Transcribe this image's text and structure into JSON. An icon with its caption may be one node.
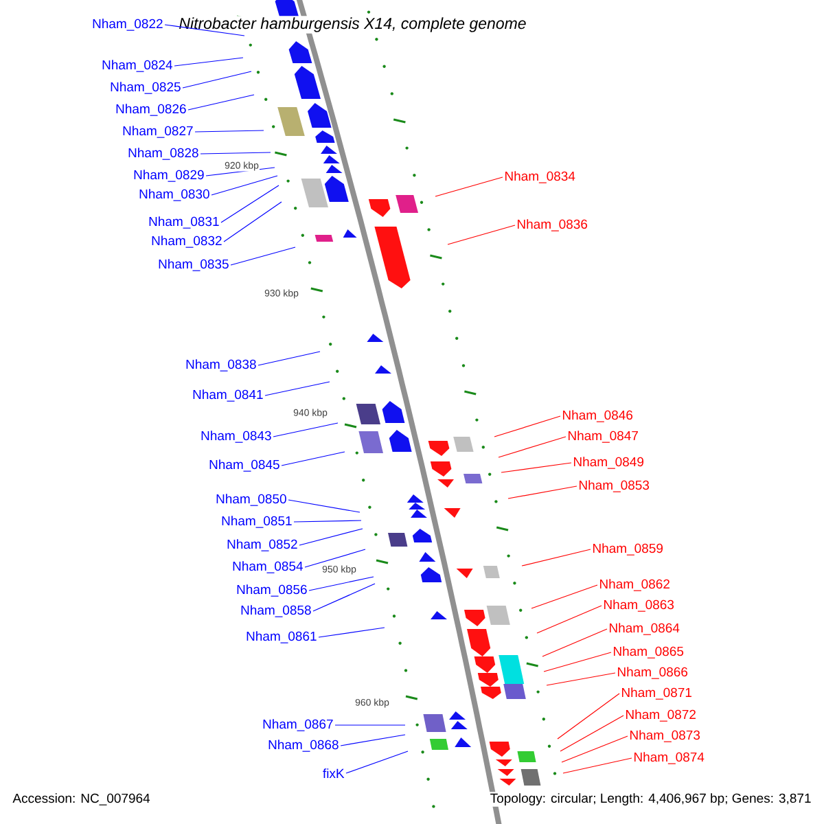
{
  "diagram": {
    "title": "Nitrobacter hamburgensis X14, complete genome",
    "nodes": [
      {
        "text": [
          "Nham_0822"
        ]
      },
      {
        "text": [
          "Nham_0824"
        ]
      },
      {
        "text": [
          "Nham_0825"
        ]
      },
      {
        "text": [
          "Nham_0826"
        ]
      },
      {
        "text": [
          "Nham_0827"
        ]
      },
      {
        "text": [
          "Nham_0828"
        ]
      },
      {
        "text": [
          "Nham_0829"
        ]
      },
      {
        "text": [
          "Nham_0834"
        ]
      },
      {
        "text": [
          "Nham_0830"
        ]
      },
      {
        "text": [
          "Nham_0831"
        ]
      },
      {
        "text": [
          "Nham_0836"
        ]
      },
      {
        "text": [
          "Nham_0832"
        ]
      },
      {
        "text": [
          "Nham_0835"
        ]
      },
      {
        "text": [
          "Nham_0838"
        ]
      },
      {
        "text": [
          "Nham_0841"
        ]
      },
      {
        "text": [
          "Nham_0846"
        ]
      },
      {
        "text": [
          "Nham_0843"
        ]
      },
      {
        "text": [
          "Nham_0847"
        ]
      },
      {
        "text": [
          "Nham_0849"
        ]
      },
      {
        "text": [
          "Nham_0845"
        ]
      },
      {
        "text": [
          "Nham_0853"
        ]
      },
      {
        "text": [
          "Nham_0850"
        ]
      },
      {
        "text": [
          "Nham_0851"
        ]
      },
      {
        "text": [
          "Nham_0852"
        ]
      },
      {
        "text": [
          "Nham_0859"
        ]
      },
      {
        "text": [
          "Nham_0854"
        ]
      },
      {
        "text": [
          "Nham_0862"
        ]
      },
      {
        "text": [
          "Nham_0856"
        ]
      },
      {
        "text": [
          "Nham_0863"
        ]
      },
      {
        "text": [
          "Nham_0858"
        ]
      },
      {
        "text": [
          "Nham_0864"
        ]
      },
      {
        "text": [
          "Nham_0861"
        ]
      },
      {
        "text": [
          "Nham_0865"
        ]
      },
      {
        "text": [
          "Nham_0866"
        ]
      },
      {
        "text": [
          "Nham_0871"
        ]
      },
      {
        "text": [
          "Nham_0872"
        ]
      },
      {
        "text": [
          "Nham_0867"
        ]
      },
      {
        "text": [
          "Nham_0873"
        ]
      },
      {
        "text": [
          "Nham_0868"
        ]
      },
      {
        "text": [
          "Nham_0874"
        ]
      },
      {
        "text": [
          "fixK"
        ]
      }
    ],
    "edges": [
      {
        "from": 0,
        "to": null,
        "arrow": "none"
      },
      {
        "from": 1,
        "to": null,
        "arrow": "none"
      },
      {
        "from": 2,
        "to": null,
        "arrow": "none"
      },
      {
        "from": 3,
        "to": null,
        "arrow": "none"
      },
      {
        "from": 4,
        "to": null,
        "arrow": "none"
      },
      {
        "from": 5,
        "to": null,
        "arrow": "none"
      },
      {
        "from": 6,
        "to": null,
        "arrow": "none"
      },
      {
        "from": 7,
        "to": null,
        "arrow": "none",
        "color": "#ff0000"
      },
      {
        "from": 8,
        "to": null,
        "arrow": "none"
      },
      {
        "from": 9,
        "to": null,
        "arrow": "none"
      },
      {
        "from": 10,
        "to": null,
        "arrow": "none",
        "color": "#ff0000"
      },
      {
        "from": 11,
        "to": null,
        "arrow": "none"
      },
      {
        "from": 12,
        "to": null,
        "arrow": "none"
      },
      {
        "from": 13,
        "to": null,
        "arrow": "none"
      },
      {
        "from": 14,
        "to": null,
        "arrow": "none"
      },
      {
        "from": 15,
        "to": null,
        "arrow": "none",
        "color": "#ff0000"
      },
      {
        "from": 16,
        "to": null,
        "arrow": "none"
      },
      {
        "from": 17,
        "to": null,
        "arrow": "none",
        "color": "#ff0000"
      },
      {
        "from": 18,
        "to": null,
        "arrow": "none",
        "color": "#ff0000"
      },
      {
        "from": 19,
        "to": null,
        "arrow": "none"
      },
      {
        "from": 20,
        "to": null,
        "arrow": "none",
        "color": "#ff0000"
      },
      {
        "from": 21,
        "to": null,
        "arrow": "none"
      },
      {
        "from": 22,
        "to": null,
        "arrow": "none"
      },
      {
        "from": 23,
        "to": null,
        "arrow": "none"
      },
      {
        "from": 24,
        "to": null,
        "arrow": "none",
        "color": "#ff0000"
      },
      {
        "from": 25,
        "to": null,
        "arrow": "none"
      },
      {
        "from": 26,
        "to": null,
        "arrow": "none",
        "color": "#ff0000"
      },
      {
        "from": 27,
        "to": null,
        "arrow": "none"
      },
      {
        "from": 28,
        "to": null,
        "arrow": "none",
        "color": "#ff0000"
      },
      {
        "from": 29,
        "to": null,
        "arrow": "none"
      },
      {
        "from": 30,
        "to": null,
        "arrow": "none",
        "color": "#ff0000"
      },
      {
        "from": 31,
        "to": null,
        "arrow": "none"
      },
      {
        "from": 32,
        "to": null,
        "arrow": "none",
        "color": "#ff0000"
      },
      {
        "from": 33,
        "to": null,
        "arrow": "none",
        "color": "#ff0000"
      },
      {
        "from": 34,
        "to": null,
        "arrow": "none",
        "color": "#ff0000"
      },
      {
        "from": 35,
        "to": null,
        "arrow": "none",
        "color": "#ff0000"
      },
      {
        "from": 36,
        "to": null,
        "arrow": "none"
      },
      {
        "from": 37,
        "to": null,
        "arrow": "none",
        "color": "#ff0000"
      },
      {
        "from": 38,
        "to": null,
        "arrow": "none"
      },
      {
        "from": 39,
        "to": null,
        "arrow": "none",
        "color": "#ff0000"
      },
      {
        "from": 40,
        "to": null,
        "arrow": "none"
      }
    ],
    "labels": [
      "920 kbp",
      "930 kbp",
      "940 kbp",
      "950 kbp",
      "960 kbp",
      "Accession: NC_007964",
      "Topology: circular; Length: 4,406,967 bp; Genes: 3,871"
    ]
  }
}
